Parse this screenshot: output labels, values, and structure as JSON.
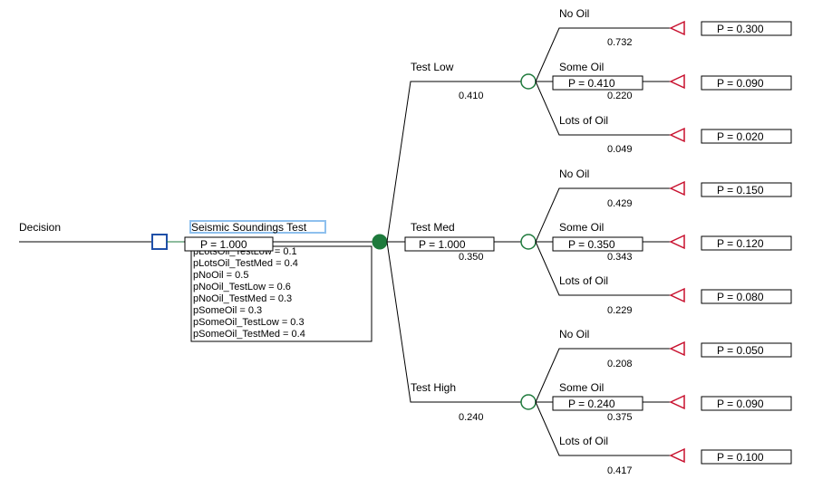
{
  "root": {
    "label": "Decision"
  },
  "decision_branch": {
    "label": "Seismic Soundings Test",
    "p": "P = 1.000"
  },
  "variables": [
    "pLotsOil_TestLow = 0.1",
    "pLotsOil_TestMed = 0.4",
    "pNoOil = 0.5",
    "pNoOil_TestLow = 0.6",
    "pNoOil_TestMed = 0.3",
    "pSomeOil = 0.3",
    "pSomeOil_TestLow = 0.3",
    "pSomeOil_TestMed = 0.4"
  ],
  "test_branches": [
    {
      "label": "Test Low",
      "prob": "0.410",
      "node_p": "P = 0.410",
      "outcomes": [
        {
          "label": "No Oil",
          "prob": "0.732",
          "p": "P = 0.300"
        },
        {
          "label": "Some Oil",
          "prob": "0.220",
          "p": "P = 0.090"
        },
        {
          "label": "Lots of Oil",
          "prob": "0.049",
          "p": "P = 0.020"
        }
      ]
    },
    {
      "label": "Test Med",
      "prob": "0.350",
      "branch_p": "P = 1.000",
      "node_p": "P = 0.350",
      "outcomes": [
        {
          "label": "No Oil",
          "prob": "0.429",
          "p": "P = 0.150"
        },
        {
          "label": "Some Oil",
          "prob": "0.343",
          "p": "P = 0.120"
        },
        {
          "label": "Lots of Oil",
          "prob": "0.229",
          "p": "P = 0.080"
        }
      ]
    },
    {
      "label": "Test High",
      "prob": "0.240",
      "node_p": "P = 0.240",
      "outcomes": [
        {
          "label": "No Oil",
          "prob": "0.208",
          "p": "P = 0.050"
        },
        {
          "label": "Some Oil",
          "prob": "0.375",
          "p": "P = 0.090"
        },
        {
          "label": "Lots of Oil",
          "prob": "0.417",
          "p": "P = 0.100"
        }
      ]
    }
  ],
  "colors": {
    "decision_node": "#1f4fa8",
    "chance_node": "#1e7a3c",
    "terminal_node": "#c8102e",
    "selection_box": "#8ec0ee"
  }
}
